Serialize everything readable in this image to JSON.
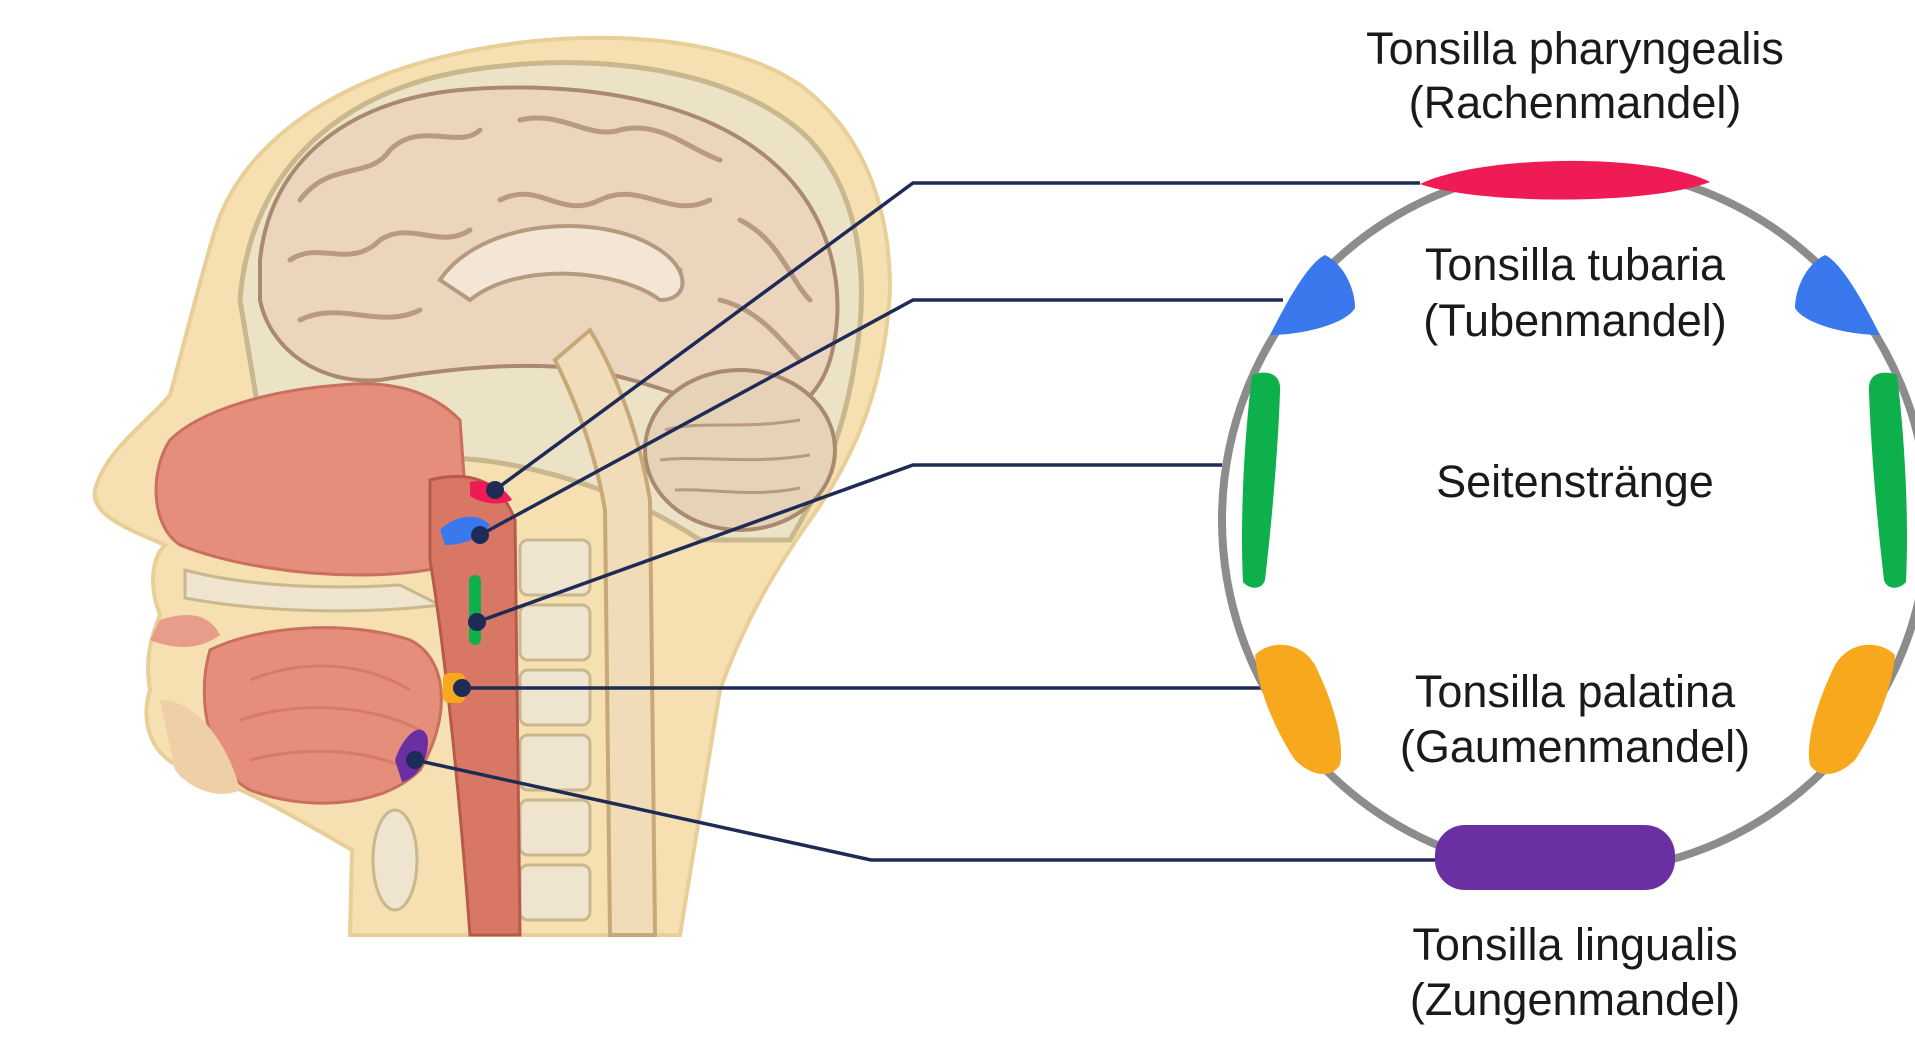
{
  "labels": {
    "pharyngealis": {
      "name": "Tonsilla pharyngealis",
      "german": "(Rachenmandel)",
      "color": "#ee1b55"
    },
    "tubaria": {
      "name": "Tonsilla tubaria",
      "german": "(Tubenmandel)",
      "color": "#3a78ee"
    },
    "seitenstraenge": {
      "name": "Seitenstränge",
      "color": "#0db04b"
    },
    "palatina": {
      "name": "Tonsilla palatina",
      "german": "(Gaumenmandel)",
      "color": "#f8a81d"
    },
    "lingualis": {
      "name": "Tonsilla lingualis",
      "german": "(Zungenmandel)",
      "color": "#6a2fa0"
    }
  },
  "colors": {
    "leader_line": "#1e2b57",
    "ring": "#8c8c8c"
  }
}
